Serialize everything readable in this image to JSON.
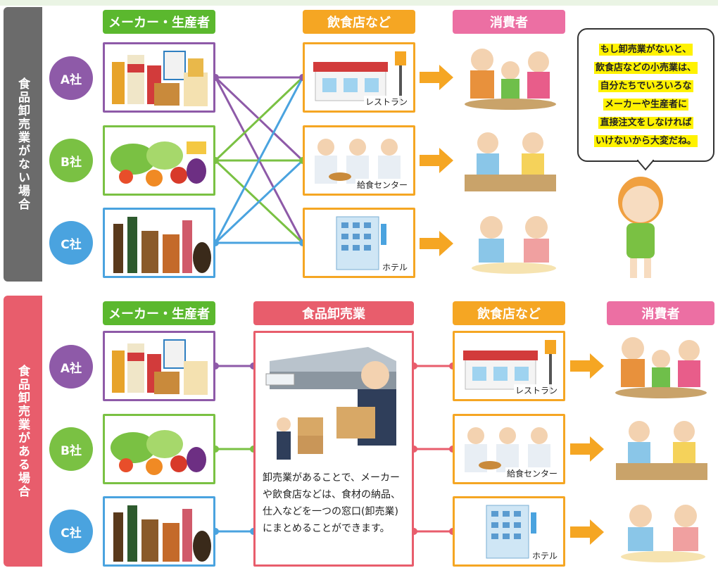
{
  "without": {
    "side_label": "食品卸売業がない場合",
    "headers": {
      "makers": "メーカー・生産者",
      "restaurants": "飲食店など",
      "consumers": "消費者"
    },
    "companies": [
      {
        "label": "A社",
        "color": "#8e5aa8"
      },
      {
        "label": "B社",
        "color": "#7ac143"
      },
      {
        "label": "C社",
        "color": "#4aa3df"
      }
    ],
    "venues": [
      "レストラン",
      "給食センター",
      "ホテル"
    ],
    "speech": [
      "もし卸売業がないと、",
      "飲食店などの小売業は、",
      "自分たちでいろいろな",
      "メーカーや生産者に",
      "直接注文をしなければ",
      "いけないから大変だね。"
    ]
  },
  "with": {
    "side_label": "食品卸売業がある場合",
    "headers": {
      "makers": "メーカー・生産者",
      "wholesale": "食品卸売業",
      "restaurants": "飲食店など",
      "consumers": "消費者"
    },
    "companies": [
      {
        "label": "A社",
        "color": "#8e5aa8"
      },
      {
        "label": "B社",
        "color": "#7ac143"
      },
      {
        "label": "C社",
        "color": "#4aa3df"
      }
    ],
    "venues": [
      "レストラン",
      "給食センター",
      "ホテル"
    ],
    "caption": "卸売業があることで、メーカーや飲食店などは、食材の納品、仕入などを一つの窓口(卸売業)にまとめることができます。"
  },
  "colors": {
    "green": "#5bb82e",
    "orange": "#f5a623",
    "pink": "#ec6fa3",
    "red": "#e85d6c",
    "side_dark": "#6b6b6b"
  }
}
